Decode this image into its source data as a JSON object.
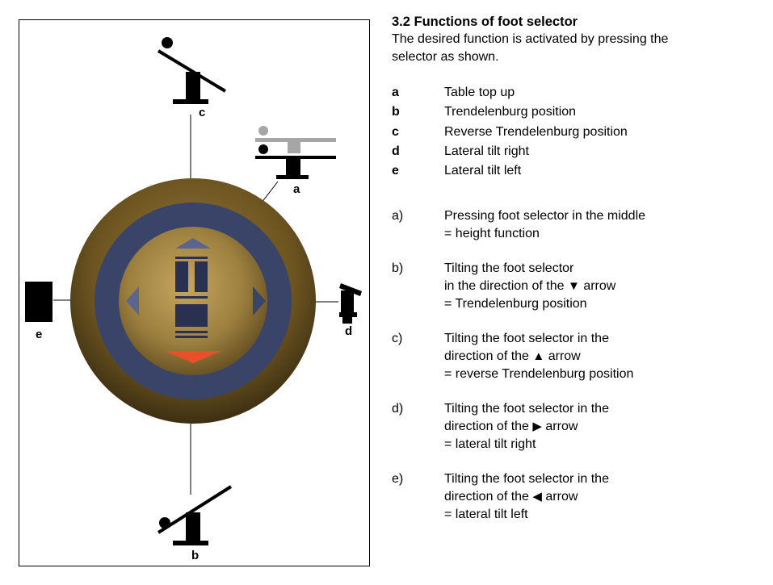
{
  "section": {
    "heading": "3.2 Functions of foot selector",
    "intro_line1": "The desired function is activated by pressing the",
    "intro_line2": "selector as shown."
  },
  "legend": [
    {
      "key": "a",
      "label": "Table top up"
    },
    {
      "key": "b",
      "label": "Trendelenburg position"
    },
    {
      "key": "c",
      "label": "Reverse Trendelenburg position"
    },
    {
      "key": "d",
      "label": "Lateral tilt right"
    },
    {
      "key": "e",
      "label": "Lateral tilt left"
    }
  ],
  "instructions": {
    "a": {
      "key": "a)",
      "line1": "Pressing foot selector in the middle",
      "line2": "= height function"
    },
    "b": {
      "key": "b)",
      "line1": "Tilting the foot selector",
      "line2_pre": "in the direction of the",
      "arrow": "▼",
      "line2_post": "arrow",
      "line3": "= Trendelenburg position"
    },
    "c": {
      "key": "c)",
      "line1": "Tilting the foot selector in the",
      "line2_pre": "direction of the",
      "arrow": "▲",
      "line2_post": "arrow",
      "line3": "= reverse Trendelenburg position"
    },
    "d": {
      "key": "d)",
      "line1": "Tilting the foot selector in the",
      "line2_pre": "direction of the",
      "arrow": "▶",
      "line2_post": "arrow",
      "line3": "= lateral tilt right"
    },
    "e": {
      "key": "e)",
      "line1": "Tilting the foot selector in the",
      "line2_pre": "direction of the",
      "arrow": "◀",
      "line2_post": "arrow",
      "line3": "= lateral tilt left"
    }
  },
  "figure": {
    "labels": {
      "a": "a",
      "b": "b",
      "c": "c",
      "d": "d",
      "e": "e"
    },
    "colors": {
      "rim": "#6b5320",
      "plate": "#a88a47",
      "ring": "#3a4468",
      "arrow_active": "#e8502a",
      "table_gray": "#a6a6a6"
    }
  }
}
